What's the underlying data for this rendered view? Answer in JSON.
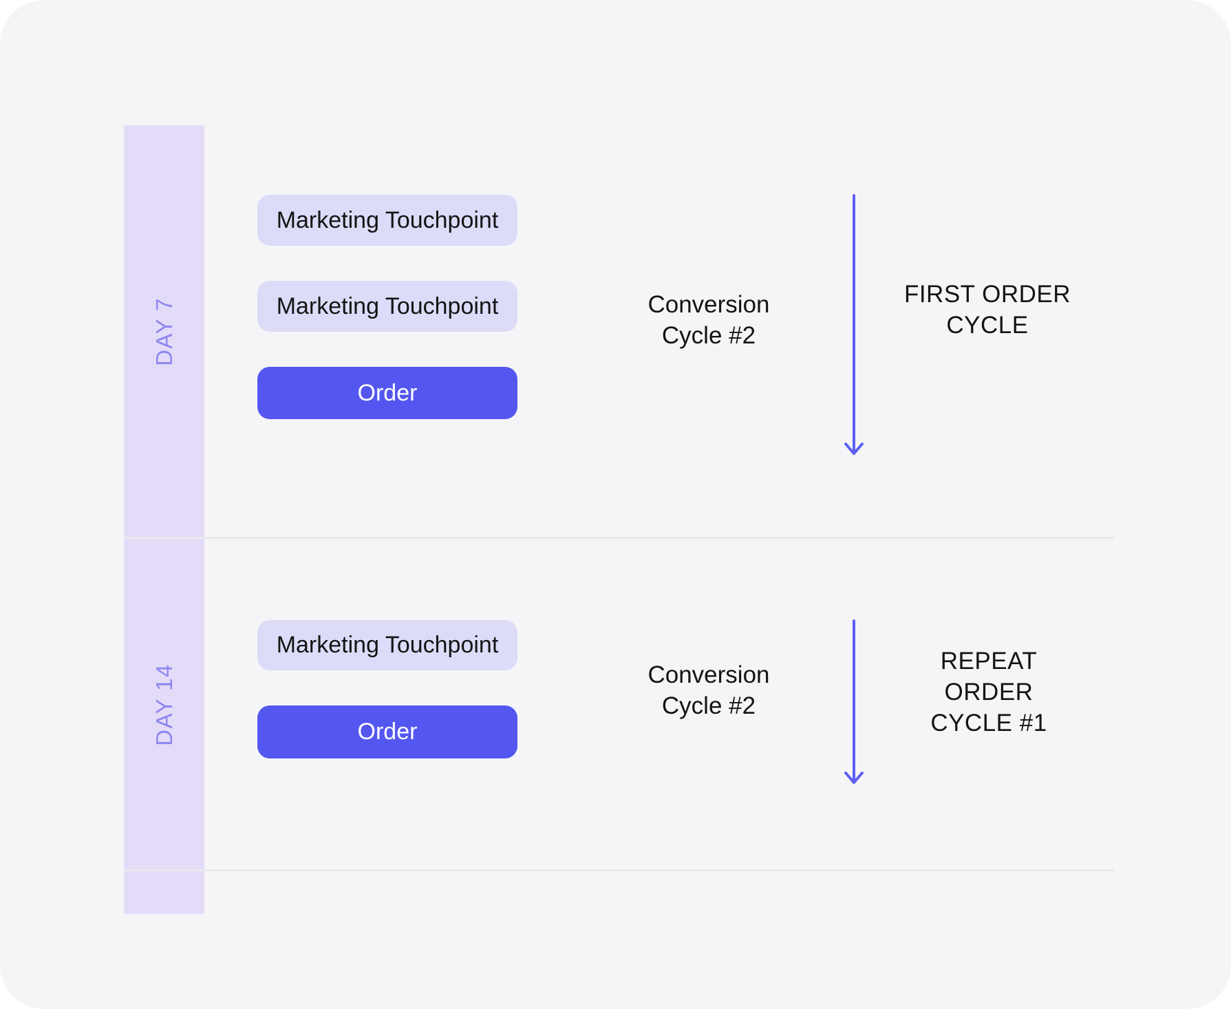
{
  "diagram_title": "order-cycle-timeline",
  "colors": {
    "canvas_bg": "#f5f5f7",
    "timeline_column": "#e4dbf9",
    "touchpoint_bg": "#dcdcf8",
    "order_bg": "#5457ef",
    "order_text": "#ffffff",
    "day_label_text": "#8d87f0",
    "arrow": "#5c5ff2",
    "text": "#141414",
    "divider": "#e8e8ea"
  },
  "sections": [
    {
      "day_label": "DAY 7",
      "touchpoint_1": "Marketing Touchpoint",
      "touchpoint_2": "Marketing Touchpoint",
      "order_label": "Order",
      "cycle_line_1": "Conversion",
      "cycle_line_2": "Cycle #2",
      "right_line_1": "FIRST ORDER",
      "right_line_2": "CYCLE"
    },
    {
      "day_label": "DAY 14",
      "touchpoint_1": "Marketing Touchpoint",
      "order_label": "Order",
      "cycle_line_1": "Conversion",
      "cycle_line_2": "Cycle #2",
      "right_line_1": "REPEAT",
      "right_line_2": "ORDER",
      "right_line_3": "CYCLE #1"
    }
  ]
}
